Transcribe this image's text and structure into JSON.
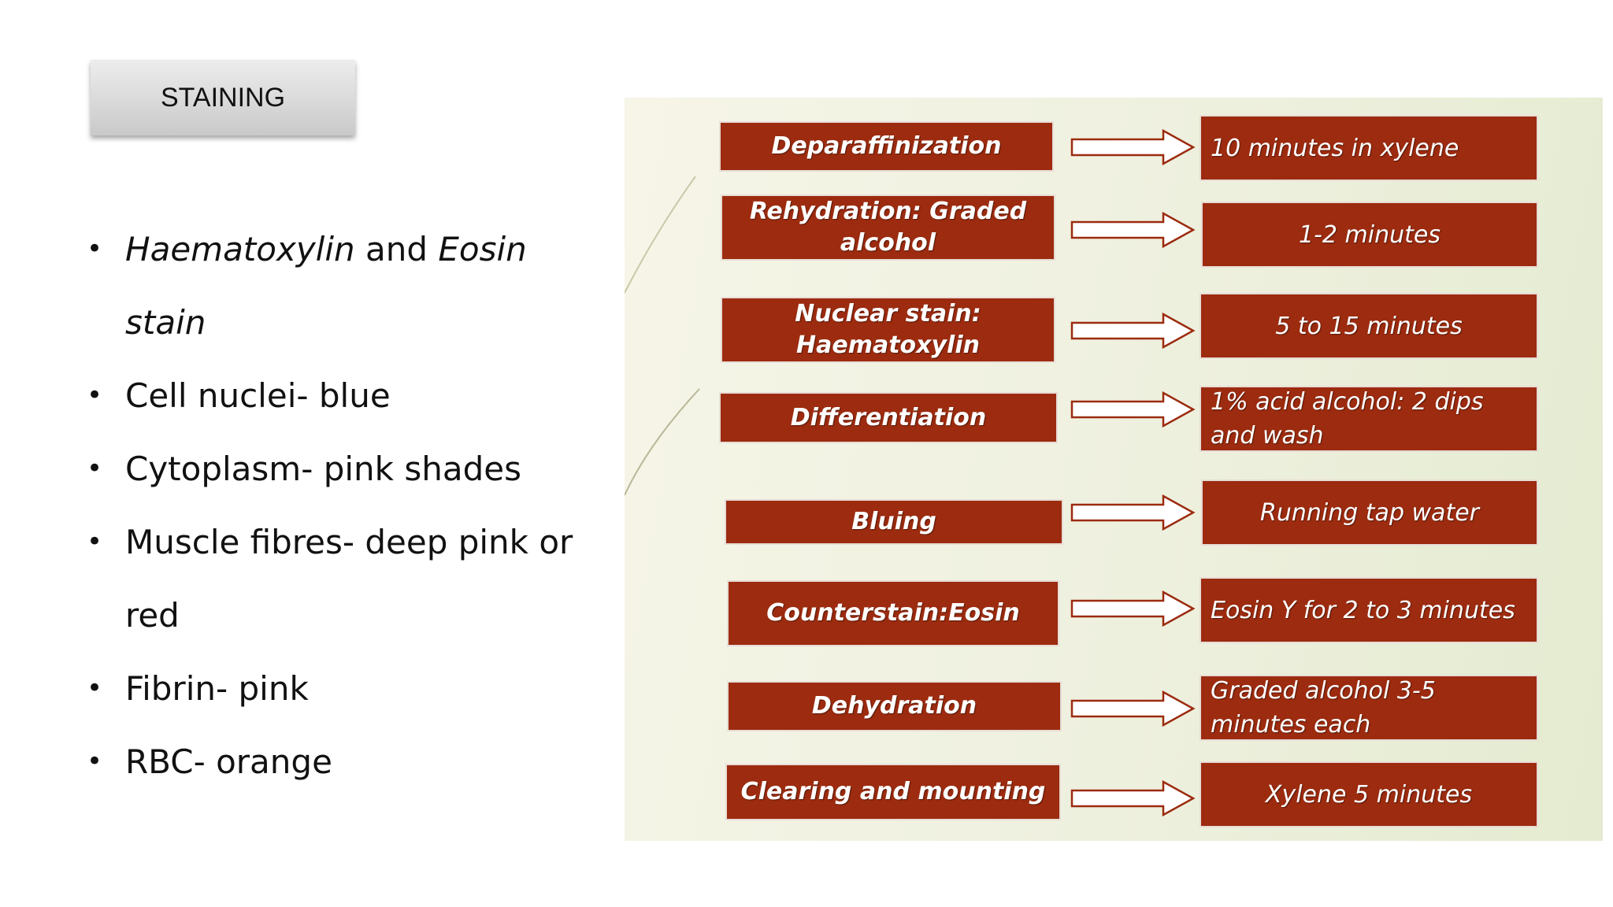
{
  "title": "STAINING",
  "bullets": [
    {
      "parts": [
        {
          "text": "Haematoxylin",
          "italic": true
        },
        {
          "text": " and ",
          "italic": false
        },
        {
          "text": "Eosin stain",
          "italic": true
        }
      ]
    },
    {
      "parts": [
        {
          "text": "Cell nuclei- blue",
          "italic": false
        }
      ]
    },
    {
      "parts": [
        {
          "text": "Cytoplasm- pink shades",
          "italic": false
        }
      ]
    },
    {
      "parts": [
        {
          "text": "Muscle fibres- deep pink or red",
          "italic": false
        }
      ]
    },
    {
      "parts": [
        {
          "text": "Fibrin- pink",
          "italic": false
        }
      ]
    },
    {
      "parts": [
        {
          "text": "RBC- orange",
          "italic": false
        }
      ]
    }
  ],
  "flow": {
    "box_color": "#9c2b0f",
    "steps": [
      {
        "step": "Deparaffinization",
        "time": "10 minutes in xylene"
      },
      {
        "step": "Rehydration: Graded alcohol",
        "time": "1-2 minutes"
      },
      {
        "step": "Nuclear stain: Haematoxylin",
        "time": "5 to 15 minutes"
      },
      {
        "step": "Differentiation",
        "time": "1% acid alcohol: 2 dips and wash"
      },
      {
        "step": "Bluing",
        "time": "Running tap water"
      },
      {
        "step": "Counterstain:Eosin",
        "time": "Eosin Y for 2 to 3 minutes"
      },
      {
        "step": "Dehydration",
        "time": "Graded alcohol 3-5 minutes each"
      },
      {
        "step": "Clearing and mounting",
        "time": "Xylene 5 minutes"
      }
    ]
  }
}
